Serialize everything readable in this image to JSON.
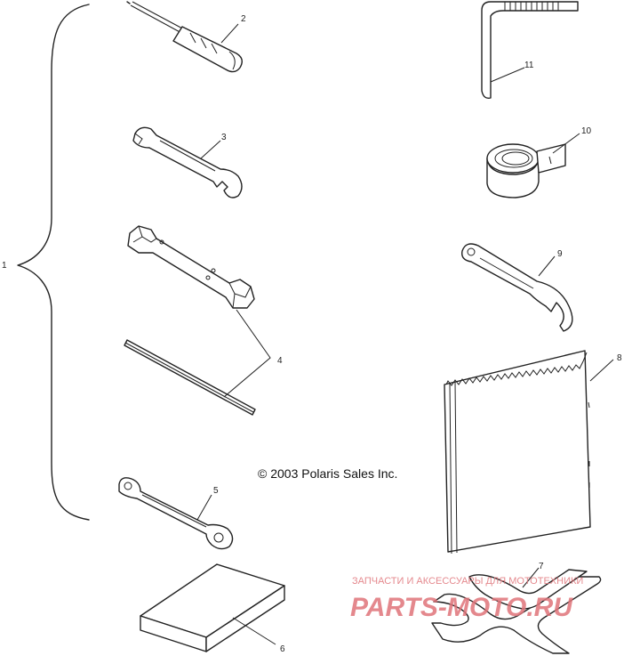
{
  "diagram": {
    "copyright": "© 2003 Polaris Sales Inc.",
    "callouts": [
      "1",
      "2",
      "3",
      "4",
      "5",
      "6",
      "7",
      "8",
      "9",
      "10",
      "11"
    ]
  },
  "watermark": {
    "top_line": "ЗАПЧАСТИ И АКСЕССУАРЫ ДЛЯ МОТОТЕХНИКИ",
    "brand": "PARTS-MOTO.RU",
    "color": "#e0747a"
  }
}
